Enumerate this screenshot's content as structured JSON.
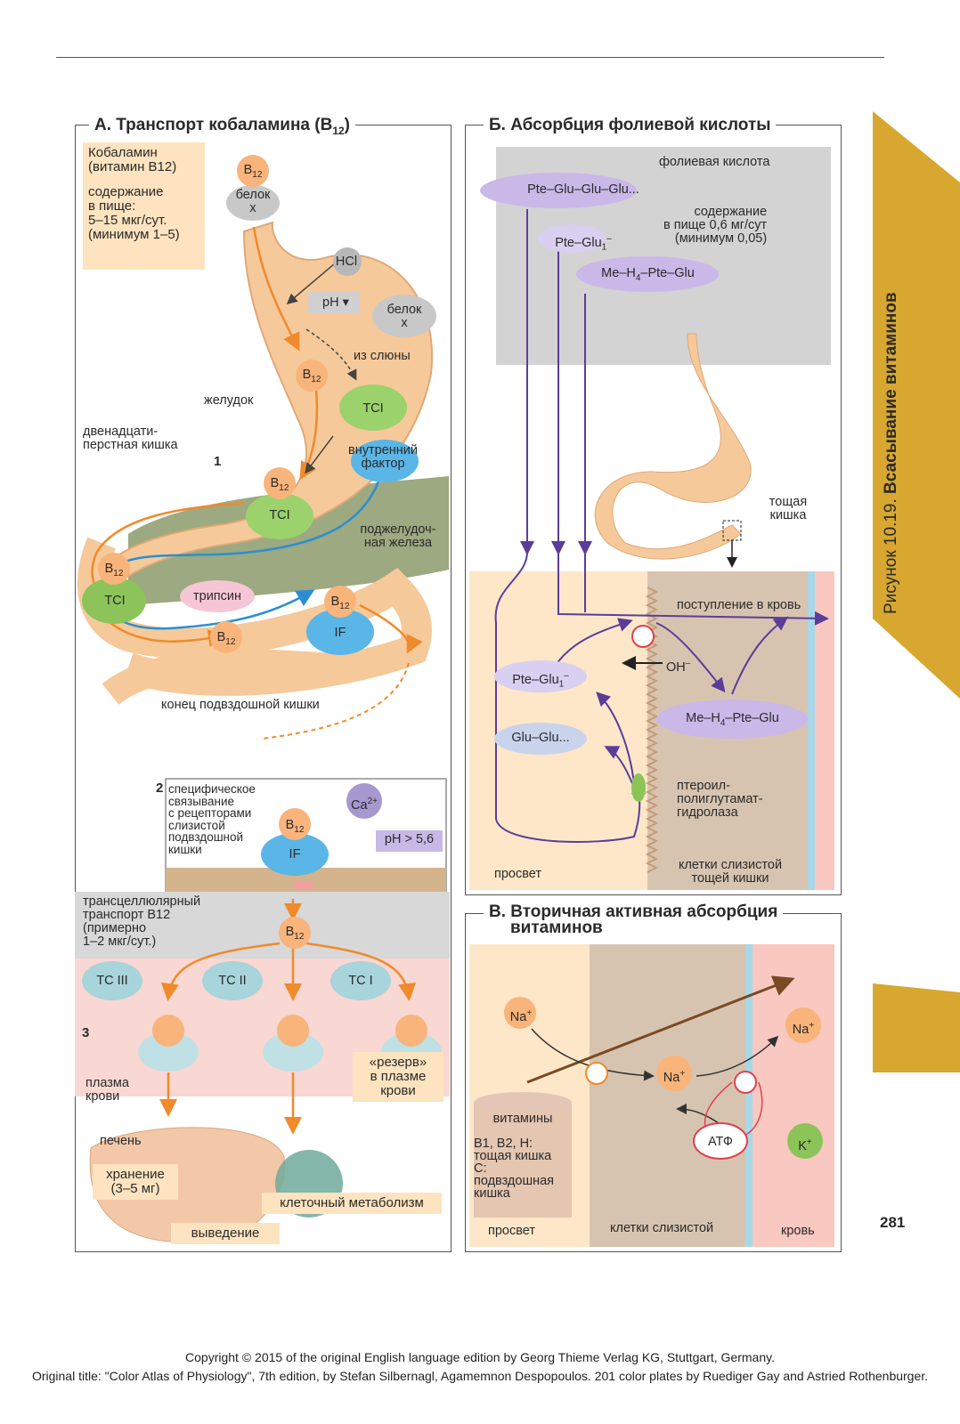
{
  "sidebar": {
    "figure": "Рисунок 10.19.",
    "title": "Всасывание витаминов",
    "page": "281"
  },
  "panelA": {
    "title": "А. Транспорт кобаламина (B",
    "title_sub": "12",
    "title_end": ")",
    "note_cobalamin": [
      "Кобаламин",
      "(витамин B12)"
    ],
    "note_content": [
      "содержание",
      "в пище:",
      "5–15 мкг/сут.",
      "(минимум 1–5)"
    ],
    "b12": "B",
    "b12_sub": "12",
    "protein_x": [
      "белок",
      "х"
    ],
    "hcl": "HCl",
    "ph": "pH",
    "from_saliva": "из слюны",
    "tci": "TCI",
    "stomach": "желудок",
    "duodenum": [
      "двенадцати-",
      "перстная кишка"
    ],
    "intrinsic_factor": [
      "внутренний",
      "фактор"
    ],
    "pancreas": [
      "поджелудоч-",
      "ная железа"
    ],
    "trypsin": "трипсин",
    "if": "IF",
    "ileum_end": "конец подвздошной кишки",
    "specific_binding": [
      "специфическое",
      "связывание",
      "с рецепторами",
      "слизистой",
      "подвздошной",
      "кишки"
    ],
    "ca": "Ca",
    "ca_sup": "2+",
    "ph_value": "pH > 5,6",
    "transcellular": [
      "трансцеллюлярный",
      "транспорт B12",
      "(примерно",
      "1–2 мкг/сут.)"
    ],
    "tc3": "TC III",
    "tc2": "TC II",
    "tc1": "TC I",
    "plasma": [
      "плазма",
      "крови"
    ],
    "reserve": [
      "«резерв»",
      "в плазме",
      "крови"
    ],
    "liver": "печень",
    "storage": [
      "хранение",
      "(3–5 мг)"
    ],
    "excretion": "выведение",
    "cell_metabolism": "клеточный метаболизм",
    "n1": "1",
    "n2": "2",
    "n3": "3"
  },
  "panelB": {
    "title": "Б. Абсорбция фолиевой кислоты",
    "folic_acid": "фолиевая кислота",
    "pte_glu_chain": "Pte–Glu–Glu–Glu...",
    "pte_glu1": "Pte–Glu",
    "content": [
      "содержание",
      "в пище 0,6 мг/сут",
      "(минимум 0,05)"
    ],
    "me_h4": "Me–H",
    "me_h4_rest": "–Pte–Glu",
    "jejunum": [
      "тощая",
      "кишка"
    ],
    "to_blood": "поступление в кровь",
    "oh": "OH",
    "glu_glu": "Glu–Glu...",
    "hydrolase": [
      "птероил-",
      "полиглутамат-",
      "гидролаза"
    ],
    "lumen": "просвет",
    "mucosa_cells": [
      "клетки слизистой",
      "тощей кишки"
    ]
  },
  "panelC": {
    "title": [
      "В. Вторичная активная абсорбция",
      "витаминов"
    ],
    "na": "Na",
    "k": "K",
    "atp": "АТФ",
    "vitamins": "витамины",
    "vitamin_list": [
      "B1, B2, H:",
      "тощая кишка",
      "C:",
      "подвздошная",
      "кишка"
    ],
    "lumen": "просвет",
    "mucosa_cells": "клетки слизистой",
    "blood": "кровь"
  },
  "copyright": [
    "Copyright © 2015 of the original English language edition by Georg Thieme Verlag KG, Stuttgart, Germany.",
    "Original title: \"Color Atlas of Physiology\", 7th edition, by Stefan Silbernagl, Agamemnon Despopoulos. 201 color plates by Ruediger Gay and Astried Rothenburger."
  ],
  "colors": {
    "orange": "#f08a2a",
    "blue": "#2a8fd0",
    "purple": "#5b3d99",
    "green": "#8cc45a",
    "sidebar": "#d8a730"
  }
}
